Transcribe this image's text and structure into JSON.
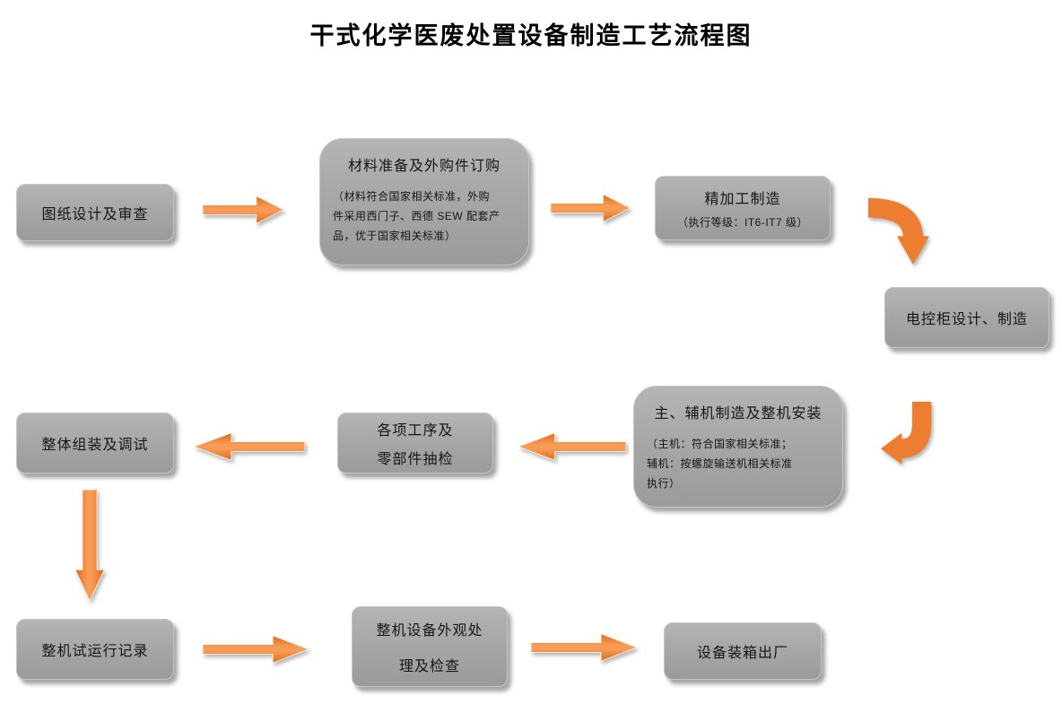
{
  "title": "干式化学医废处置设备制造工艺流程图",
  "colors": {
    "background": "#ffffff",
    "box_fill": "#a4a4a4",
    "arrow_orange": "#ed7d31",
    "text": "#1a1a1a"
  },
  "nodes": {
    "design": {
      "label": "图纸设计及审查"
    },
    "material": {
      "label": "材料准备及外购件订购",
      "note1": "（材料符合国家相关标准，外购",
      "note2": "件采用西门子、西德 SEW 配套产",
      "note3": "品，优于国家相关标准）"
    },
    "machining": {
      "label": "精加工制造",
      "note": "（执行等级：IT6-IT7 级）"
    },
    "cabinet": {
      "label": "电控柜设计、制造"
    },
    "assembly_install": {
      "label": "主、辅机制造及整机安装",
      "note1": "（主机：符合国家相关标准；",
      "note2": "辅机：按螺旋输送机相关标准",
      "note3": "执行）"
    },
    "inspection": {
      "label": "各项工序及零部件抽检",
      "line1": "各项工序及",
      "line2": "零部件抽检"
    },
    "debug": {
      "label": "整体组装及调试"
    },
    "trial": {
      "label": "整机试运行记录"
    },
    "appearance": {
      "label": "整机设备外观处理及检查",
      "line1": "整机设备外观处",
      "line2": "理及检查"
    },
    "shipping": {
      "label": "设备装箱出厂"
    }
  },
  "flow": [
    {
      "from": "design",
      "to": "material",
      "direction": "right"
    },
    {
      "from": "material",
      "to": "machining",
      "direction": "right"
    },
    {
      "from": "machining",
      "to": "cabinet",
      "direction": "right-down"
    },
    {
      "from": "cabinet",
      "to": "assembly_install",
      "direction": "down-left"
    },
    {
      "from": "assembly_install",
      "to": "inspection",
      "direction": "left"
    },
    {
      "from": "inspection",
      "to": "debug",
      "direction": "left"
    },
    {
      "from": "debug",
      "to": "trial",
      "direction": "down"
    },
    {
      "from": "trial",
      "to": "appearance",
      "direction": "right"
    },
    {
      "from": "appearance",
      "to": "shipping",
      "direction": "right"
    }
  ],
  "icons": {
    "flow_arrow_right": "block-arrow-right",
    "flow_arrow_left": "block-arrow-left",
    "flow_arrow_down": "block-arrow-down",
    "flow_arrow_elbow_right_down": "bent-block-arrow-right-then-down",
    "flow_arrow_elbow_down_left": "bent-block-arrow-down-then-left"
  }
}
